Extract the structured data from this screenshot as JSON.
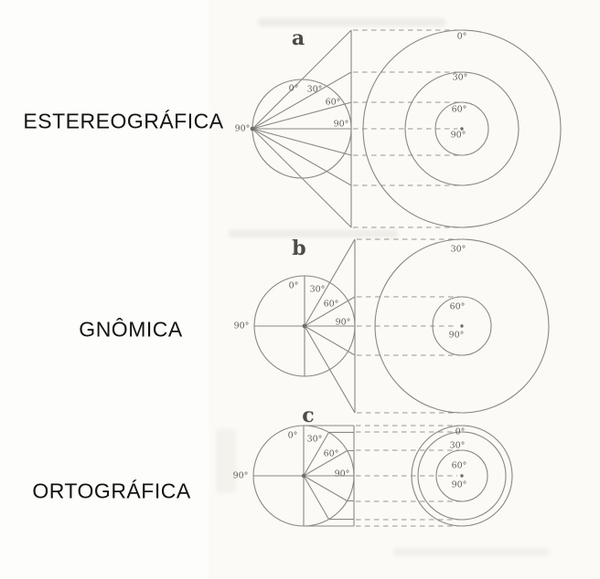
{
  "colors": {
    "paper": "#fdfdfc",
    "scan_paper": "#fbfaf6",
    "line_ink": "#8a8880",
    "dashed_ink": "#98968c",
    "label_ink": "#605f58",
    "title_ink": "#121210"
  },
  "sections": [
    {
      "letter": "a",
      "name": "ESTEREOGRÁFICA",
      "left_labels": [
        "90°",
        "0°",
        "30°",
        "60°",
        "90°"
      ],
      "right_labels": [
        "0°",
        "30°",
        "60°",
        "90°"
      ]
    },
    {
      "letter": "b",
      "name": "GNÔMICA",
      "left_labels": [
        "90°",
        "0°",
        "30°",
        "60°",
        "90°"
      ],
      "right_labels": [
        "30°",
        "60°",
        "90°"
      ]
    },
    {
      "letter": "c",
      "name": "ORTOGRÁFICA",
      "left_labels": [
        "90°",
        "0°",
        "30°",
        "60°",
        "90°"
      ],
      "right_labels": [
        "0°",
        "30°",
        "60°",
        "90°"
      ]
    }
  ]
}
